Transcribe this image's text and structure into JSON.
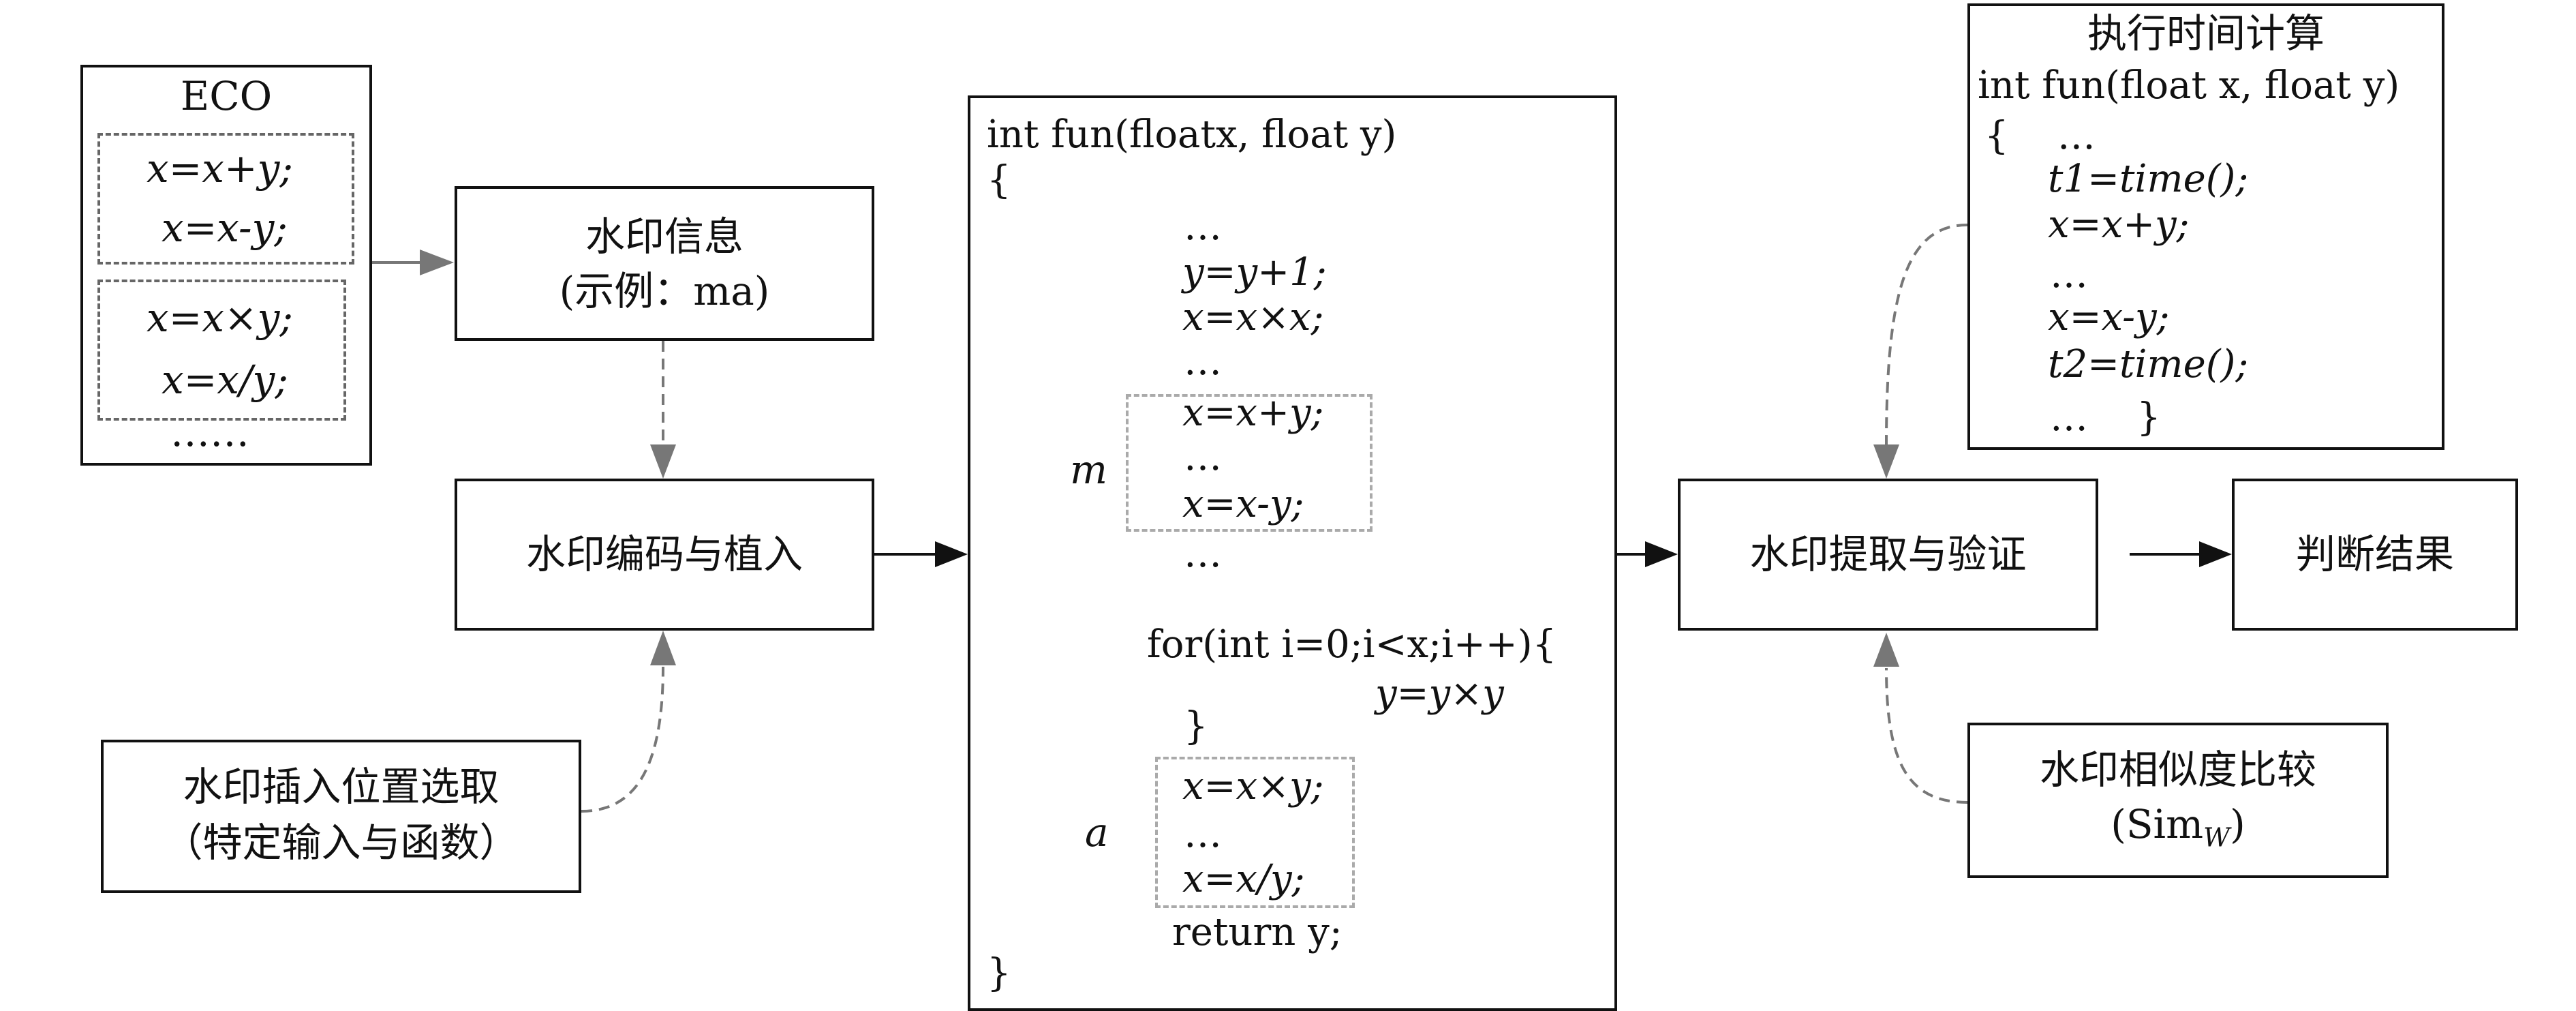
{
  "eco": {
    "title": "ECO",
    "g1": [
      "x=x+y;",
      "x=x-y;"
    ],
    "g2": [
      "x=x×y;",
      "x=x/y;"
    ],
    "more": "……"
  },
  "info": {
    "line1": "水印信息",
    "line2": "(示例：ma)"
  },
  "encode": {
    "label": "水印编码与植入"
  },
  "insert": {
    "line1": "水印插入位置选取",
    "line2": "（特定输入与函数）"
  },
  "code": {
    "l0": "int fun(floatx, float y)",
    "l1": "{",
    "l2": "…",
    "l3": "y=y+1;",
    "l4": "x=x×x;",
    "l5": "…",
    "m1": "x=x+y;",
    "m2": "…",
    "m3": "x=x-y;",
    "m_label": "m",
    "l6": "…",
    "for": "for(int i=0;i<x;i++){",
    "for_body": "y=y×y",
    "close": "}",
    "a1": "x=x×y;",
    "a2": "…",
    "a3": "x=x/y;",
    "a_label": "a",
    "ret": "return y;",
    "end": "}"
  },
  "timing": {
    "title": "执行时间计算",
    "lines": [
      "int fun(float x, float y)",
      "{    …",
      "t1=time();",
      "x=x+y;",
      "…",
      "x=x-y;",
      "t2=time();",
      "…    }"
    ]
  },
  "extract": {
    "label": "水印提取与验证"
  },
  "result": {
    "label": "判断结果"
  },
  "similarity": {
    "line1": "水印相似度比较",
    "line2": "(Sim",
    "sub": "W",
    "close": ")"
  }
}
